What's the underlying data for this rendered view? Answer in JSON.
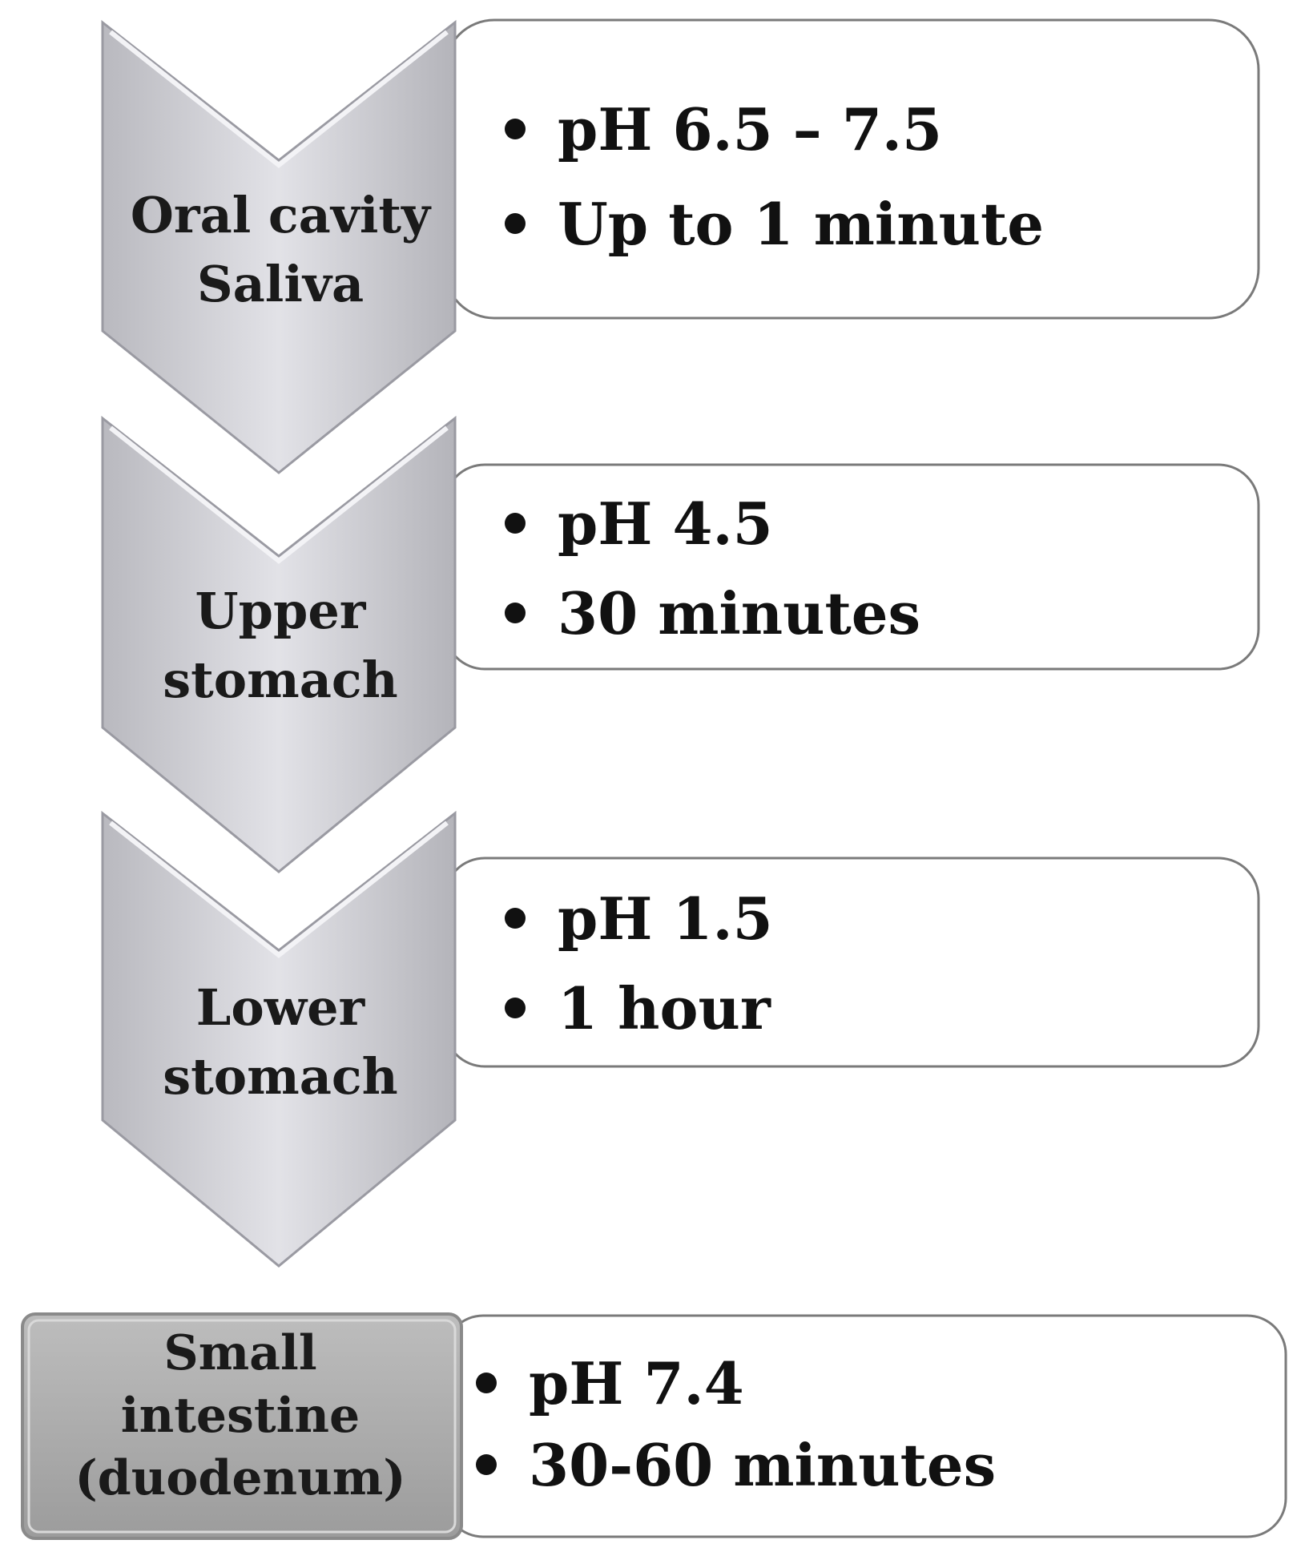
{
  "stages": [
    {
      "label_lines": [
        "Oral cavity",
        "Saliva"
      ],
      "details": [
        "pH 6.5 – 7.5",
        "Up to 1 minute"
      ]
    },
    {
      "label_lines": [
        "Upper",
        "stomach"
      ],
      "details": [
        "pH 4.5",
        "30 minutes"
      ]
    },
    {
      "label_lines": [
        "Lower",
        "stomach"
      ],
      "details": [
        "pH 1.5",
        "1 hour"
      ]
    },
    {
      "label_lines": [
        "Small",
        "intestine",
        "(duodenum)"
      ],
      "details": [
        "pH 7.4",
        "30-60 minutes"
      ]
    }
  ],
  "colors": {
    "chevron_fill": "#d0d0d6",
    "chevron_edge": "#9a9aa2",
    "final_box_fill": "#a8a8a8",
    "detail_box_border": "#7a7a7a",
    "text": "#111111"
  }
}
